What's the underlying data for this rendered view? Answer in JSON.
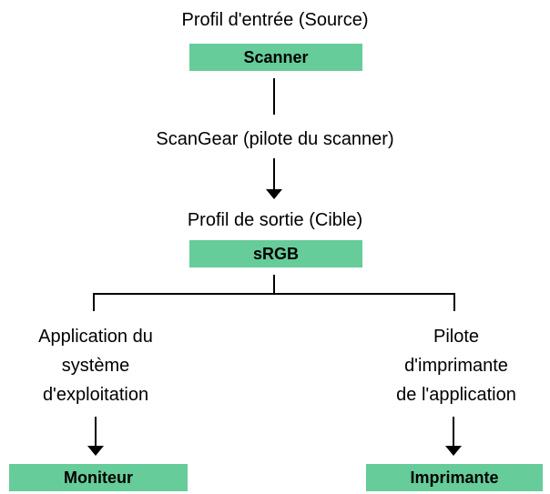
{
  "colors": {
    "box_fill": "#66cc99",
    "line": "#000000",
    "background": "#ffffff"
  },
  "nodes": {
    "input_profile_label": "Profil d'entrée (Source)",
    "scanner_box": "Scanner",
    "scangear_label": "ScanGear (pilote du scanner)",
    "output_profile_label": "Profil de sortie (Cible)",
    "srgb_box": "sRGB",
    "left_branch_label": [
      "Application du",
      "système",
      "d'exploitation"
    ],
    "right_branch_label": [
      "Pilote",
      "d'imprimante",
      "de l'application"
    ],
    "monitor_box": "Moniteur",
    "printer_box": "Imprimante"
  }
}
